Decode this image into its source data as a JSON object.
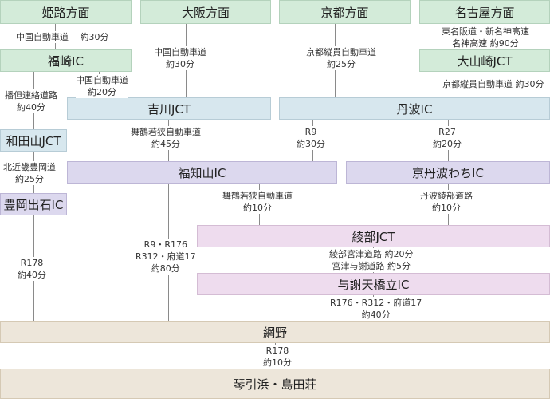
{
  "nodes": {
    "himeji": "姫路方面",
    "osaka": "大阪方面",
    "kyoto": "京都方面",
    "nagoya": "名古屋方面",
    "fukusaki": "福崎IC",
    "oyamazaki": "大山崎JCT",
    "yokawa": "吉川JCT",
    "tamba": "丹波IC",
    "wadayama": "和田山JCT",
    "fukuchiyama": "福知山IC",
    "kyotamba_wachi": "京丹波わちIC",
    "toyooka_izushi": "豊岡出石IC",
    "ayabe": "綾部JCT",
    "yosano": "与謝天橋立IC",
    "amino": "網野",
    "kotohikihama": "琴引浜・島田荘"
  },
  "routes": {
    "himeji_fukusaki": [
      "中国自動車道　 約30分"
    ],
    "osaka_yokawa": [
      "中国自動車道",
      "約30分"
    ],
    "kyoto_tamba": [
      "京都縦貫自動車道",
      "約25分"
    ],
    "nagoya_oyamazaki": [
      "東名阪道・新名神高速",
      "名神高速 約90分"
    ],
    "fukusaki_yokawa": [
      "中国自動車道",
      "約20分"
    ],
    "oyamazaki_tamba": [
      "京都縦貫自動車道 約30分"
    ],
    "fukusaki_wadayama": [
      "播但連絡道路",
      "約40分"
    ],
    "yokawa_fukuchiyama": [
      "舞鶴若狭自動車道",
      "約45分"
    ],
    "tamba_fukuchiyama": [
      "R9",
      "約30分"
    ],
    "tamba_wachi": [
      "R27",
      "約20分"
    ],
    "wadayama_toyooka": [
      "北近畿豊岡道",
      "約25分"
    ],
    "fukuchiyama_ayabe": [
      "舞鶴若狭自動車道",
      "約10分"
    ],
    "wachi_ayabe": [
      "丹波綾部道路",
      "約10分"
    ],
    "toyooka_amino": [
      "R178",
      "約40分"
    ],
    "fukuchiyama_amino": [
      "R9・R176",
      "R312・府道17",
      "約80分"
    ],
    "ayabe_yosano": [
      "綾部宮津道路 約20分",
      "宮津与謝道路 約5分"
    ],
    "yosano_amino": [
      "R176・R312・府道17",
      "約40分"
    ],
    "amino_kotohikihama": [
      "R178",
      "約10分"
    ]
  }
}
